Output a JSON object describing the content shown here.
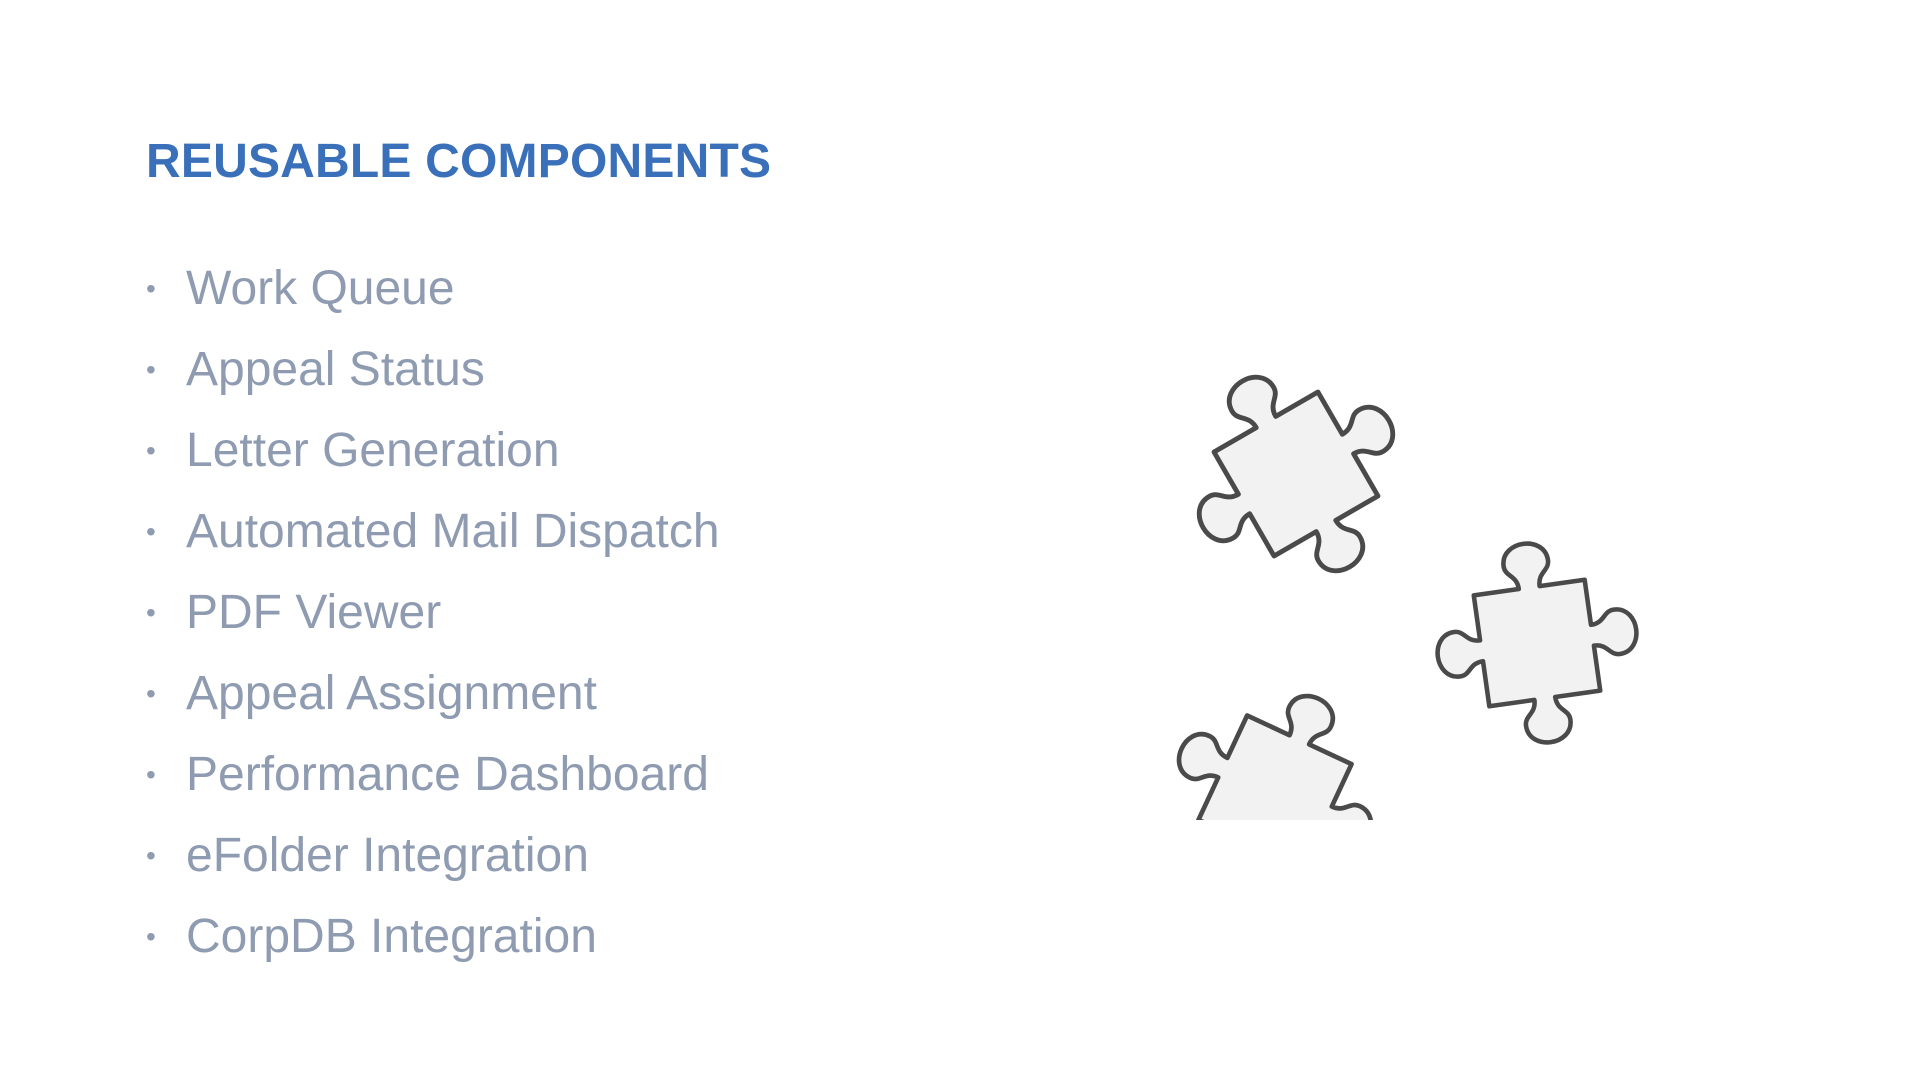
{
  "slide": {
    "title": "REUSABLE COMPONENTS",
    "items": [
      "Work Queue",
      "Appeal Status",
      "Letter Generation",
      "Automated Mail Dispatch",
      "PDF Viewer",
      "Appeal Assignment",
      "Performance Dashboard",
      "eFolder Integration",
      "CorpDB Integration"
    ],
    "bullet_char": "•"
  },
  "illustration": {
    "icon": "puzzle-pieces-icon",
    "piece_fill": "#f2f2f2",
    "piece_stroke": "#4a4a4a"
  },
  "colors": {
    "title": "#3a70b9",
    "bullet_text": "#8e9bb0",
    "background": "#ffffff"
  }
}
